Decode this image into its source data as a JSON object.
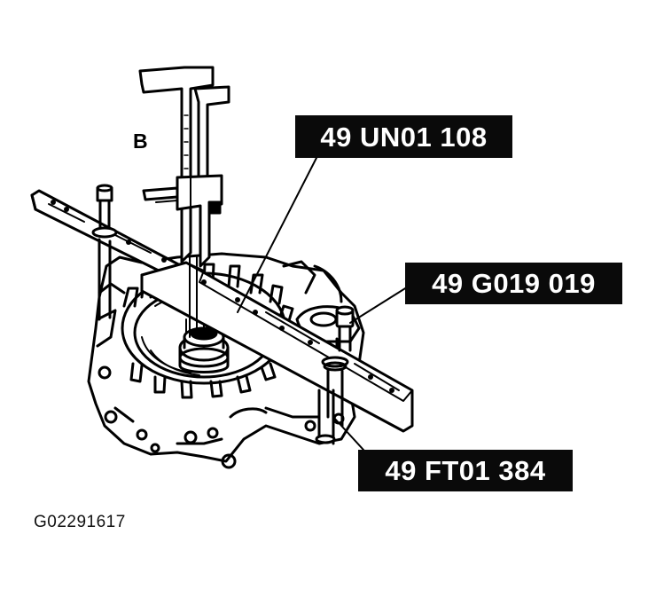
{
  "labels": {
    "callout_1": "49 UN01 108",
    "callout_2": "49 G019 019",
    "callout_3": "49 FT01 384",
    "view_letter": "B"
  },
  "figure_id": "G02291617",
  "colors": {
    "ink": "#000000",
    "label_background": "#0a0a0a",
    "label_text": "#ffffff",
    "paper": "#ffffff"
  }
}
